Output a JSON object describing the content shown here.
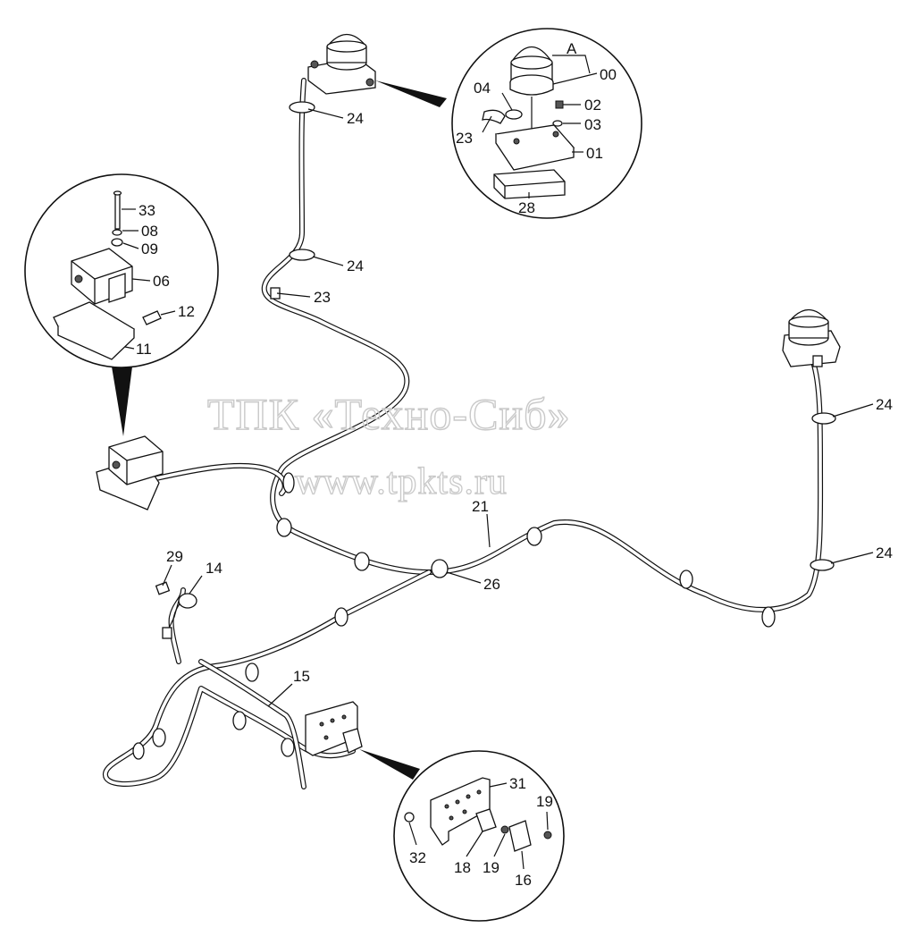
{
  "watermark": {
    "line1": "ТПК «Техно-Сиб»",
    "line2": "www.tpkts.ru"
  },
  "callouts": {
    "beacon_detail": [
      "A",
      "00",
      "04",
      "02",
      "03",
      "23",
      "01",
      "28"
    ],
    "box_detail": [
      "33",
      "08",
      "09",
      "06",
      "12",
      "11"
    ],
    "bracket_detail": [
      "31",
      "19",
      "32",
      "18",
      "19",
      "16"
    ],
    "harness": [
      "24",
      "24",
      "23",
      "24",
      "24",
      "21",
      "26",
      "29",
      "14",
      "15"
    ]
  },
  "colors": {
    "line": "#111111",
    "watermark": "#c9c9c9",
    "background": "#ffffff"
  }
}
